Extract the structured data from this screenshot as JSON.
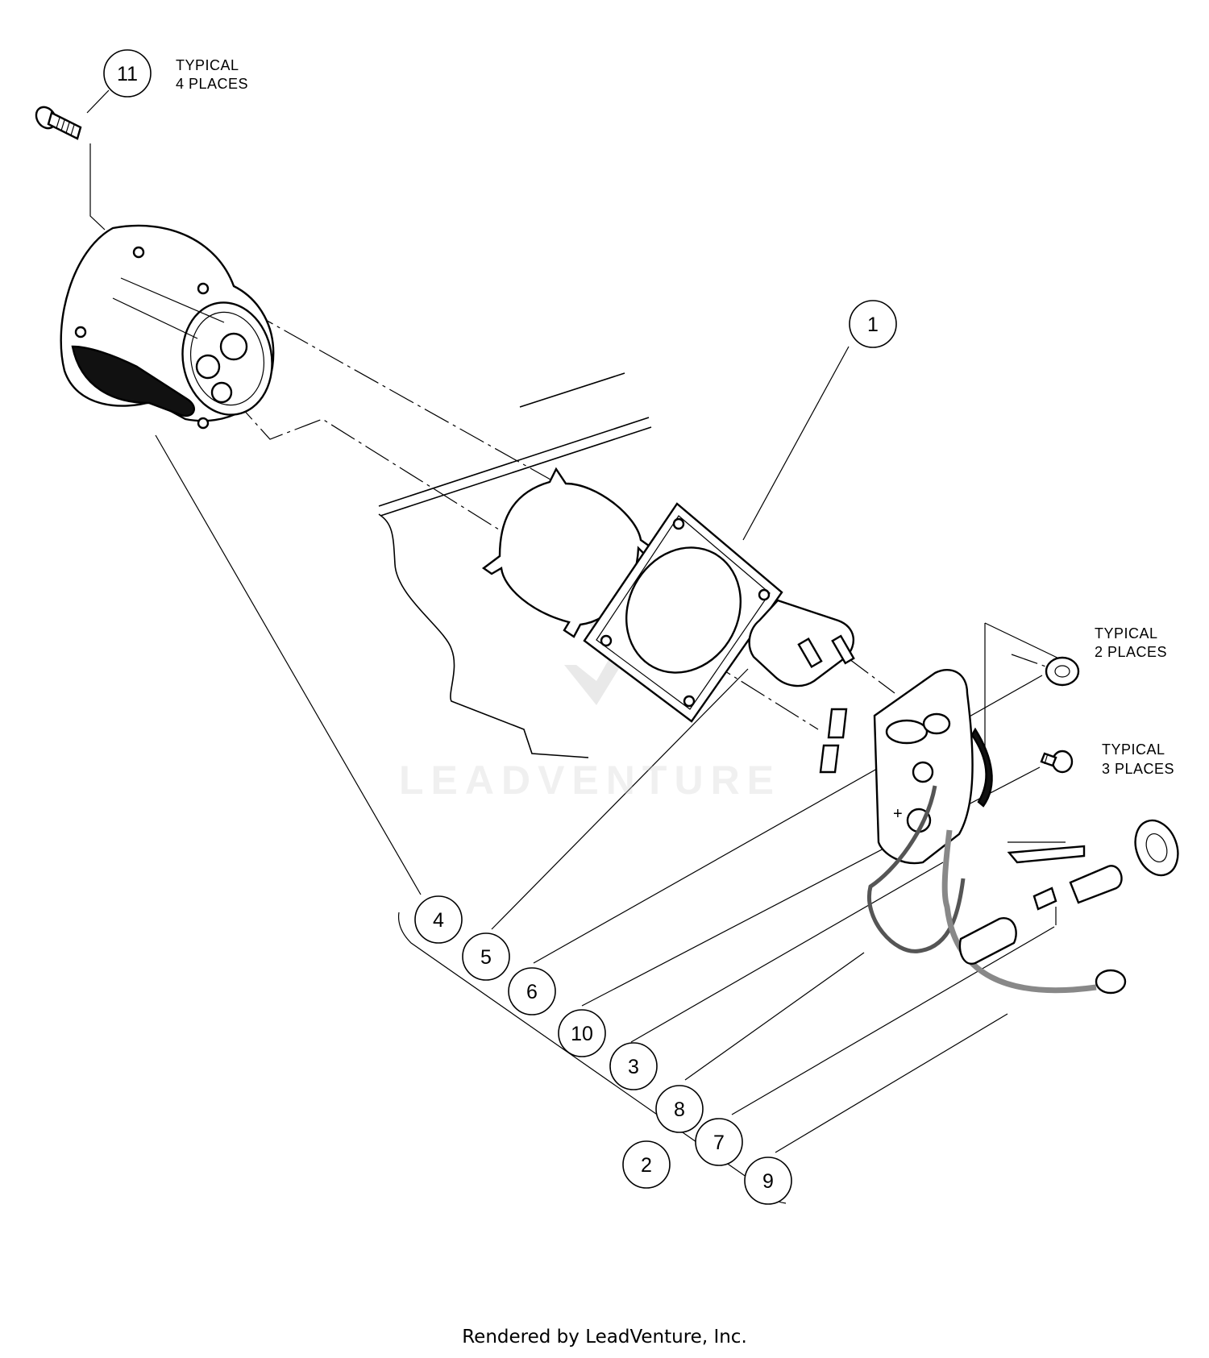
{
  "watermark": "LEADVENTURE",
  "footer": "Rendered by LeadVenture, Inc.",
  "notes": {
    "typical_4": [
      "TYPICAL",
      "4 PLACES"
    ],
    "typical_2": [
      "TYPICAL",
      "2 PLACES"
    ],
    "typical_3": [
      "TYPICAL",
      "3 PLACES"
    ]
  },
  "callouts": [
    "11",
    "1",
    "4",
    "5",
    "6",
    "10",
    "3",
    "8",
    "7",
    "2",
    "9"
  ]
}
